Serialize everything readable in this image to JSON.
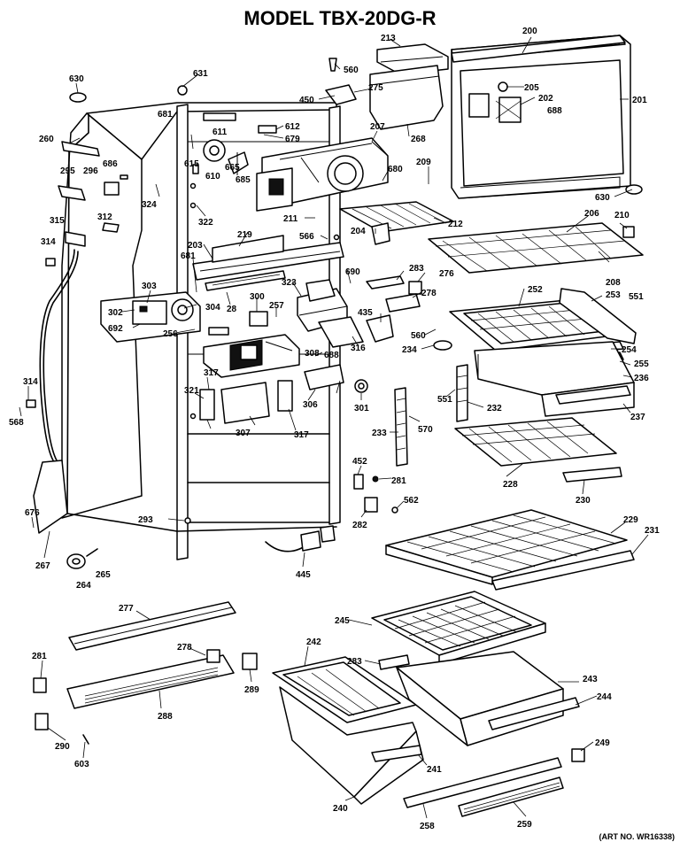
{
  "title": "MODEL TBX-20DG-R",
  "art_number": "(ART NO. WR16338)",
  "labels": [
    "200",
    "213",
    "560",
    "631",
    "630",
    "275",
    "450",
    "205",
    "202",
    "688",
    "201",
    "681",
    "611",
    "612",
    "679",
    "207",
    "260",
    "268",
    "615",
    "610",
    "665",
    "685",
    "680",
    "209",
    "295",
    "296",
    "686",
    "324",
    "322",
    "211",
    "212",
    "630",
    "206",
    "210",
    "315",
    "312",
    "314",
    "219",
    "566",
    "204",
    "203",
    "283",
    "276",
    "208",
    "681",
    "690",
    "323",
    "303",
    "302",
    "304",
    "28",
    "300",
    "257",
    "278",
    "252",
    "253",
    "551",
    "692",
    "256",
    "435",
    "560",
    "234",
    "254",
    "255",
    "316",
    "308",
    "688",
    "236",
    "314",
    "321",
    "317",
    "306",
    "301",
    "568",
    "551",
    "232",
    "237",
    "307",
    "317",
    "233",
    "570",
    "452",
    "281",
    "228",
    "562",
    "282",
    "230",
    "293",
    "676",
    "267",
    "264",
    "265",
    "445",
    "229",
    "231",
    "277",
    "278",
    "245",
    "242",
    "283",
    "243",
    "281",
    "288",
    "289",
    "244",
    "249",
    "290",
    "603",
    "241",
    "240",
    "258",
    "259"
  ]
}
